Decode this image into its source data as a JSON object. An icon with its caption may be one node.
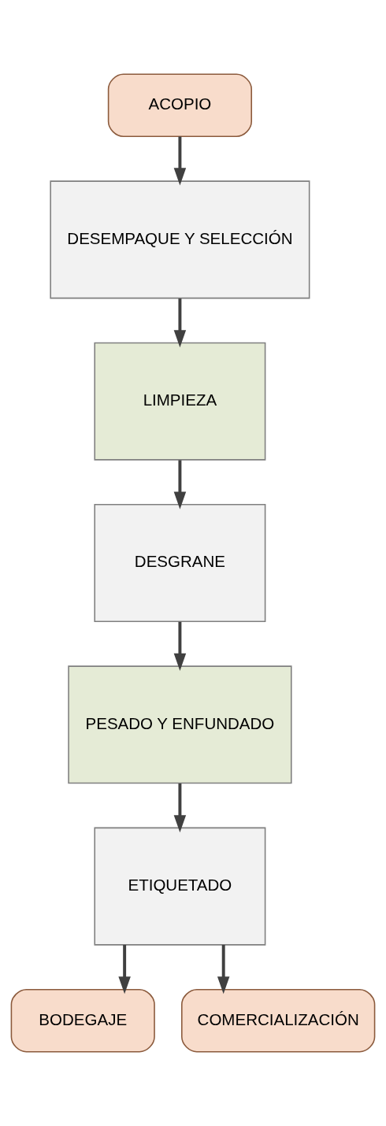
{
  "diagram": {
    "nodes": [
      {
        "text": [
          "ACOPIO"
        ]
      },
      {
        "text": [
          "DESEMPAQUE Y SELECCIÓN"
        ]
      },
      {
        "text": [
          "LIMPIEZA"
        ]
      },
      {
        "text": [
          "DESGRANE"
        ]
      },
      {
        "text": [
          "PESADO Y ENFUNDADO"
        ]
      },
      {
        "text": [
          "ETIQUETADO"
        ]
      },
      {
        "text": [
          "BODEGAJE"
        ]
      },
      {
        "text": [
          "COMERCIALIZACIÓN"
        ]
      }
    ],
    "edges": [
      {
        "from": 0,
        "to": 1,
        "arrow": "to"
      },
      {
        "from": 1,
        "to": 2,
        "arrow": "to"
      },
      {
        "from": 2,
        "to": 3,
        "arrow": "to"
      },
      {
        "from": 3,
        "to": 4,
        "arrow": "to"
      },
      {
        "from": 4,
        "to": 5,
        "arrow": "to"
      },
      {
        "from": 5,
        "to": 6,
        "arrow": "to"
      },
      {
        "from": 5,
        "to": 7,
        "arrow": "to"
      }
    ]
  }
}
